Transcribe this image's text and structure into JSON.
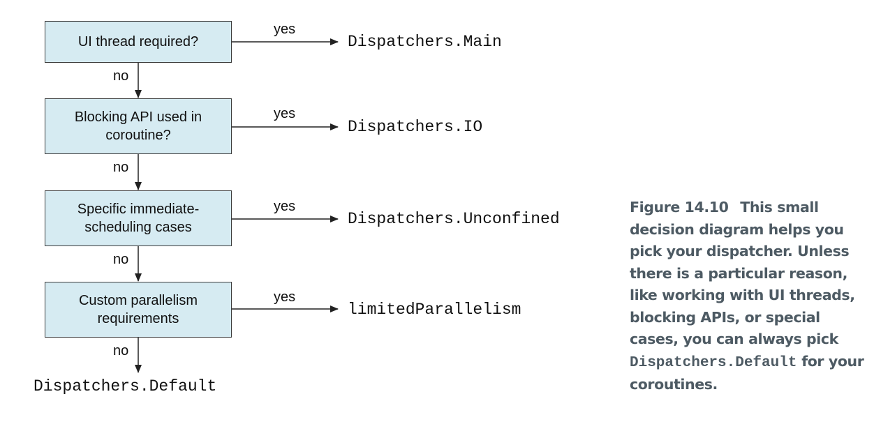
{
  "diagram": {
    "steps": [
      {
        "question": [
          "UI thread required?"
        ],
        "yes_label": "yes",
        "result": "Dispatchers.Main",
        "no_label": "no"
      },
      {
        "question": [
          "Blocking API used in",
          "coroutine?"
        ],
        "yes_label": "yes",
        "result": "Dispatchers.IO",
        "no_label": "no"
      },
      {
        "question": [
          "Specific immediate-",
          "scheduling cases"
        ],
        "yes_label": "yes",
        "result": "Dispatchers.Unconfined",
        "no_label": "no"
      },
      {
        "question": [
          "Custom parallelism",
          "requirements"
        ],
        "yes_label": "yes",
        "result": "limitedParallelism",
        "no_label": "no"
      }
    ],
    "final_result": "Dispatchers.Default"
  },
  "caption": {
    "figure_number": "Figure 14.10",
    "text_before_code": "This small decision diagram helps you pick your dispatcher. Unless there is a particular reason, like working with UI threads, blocking APIs, or special cases, you can always pick",
    "code": "Dispatchers.Default",
    "text_after_code": "for your coroutines."
  },
  "colors": {
    "box_fill": "#d6ebf2",
    "line": "#3a3a3a",
    "caption_text": "#4d5a63"
  }
}
